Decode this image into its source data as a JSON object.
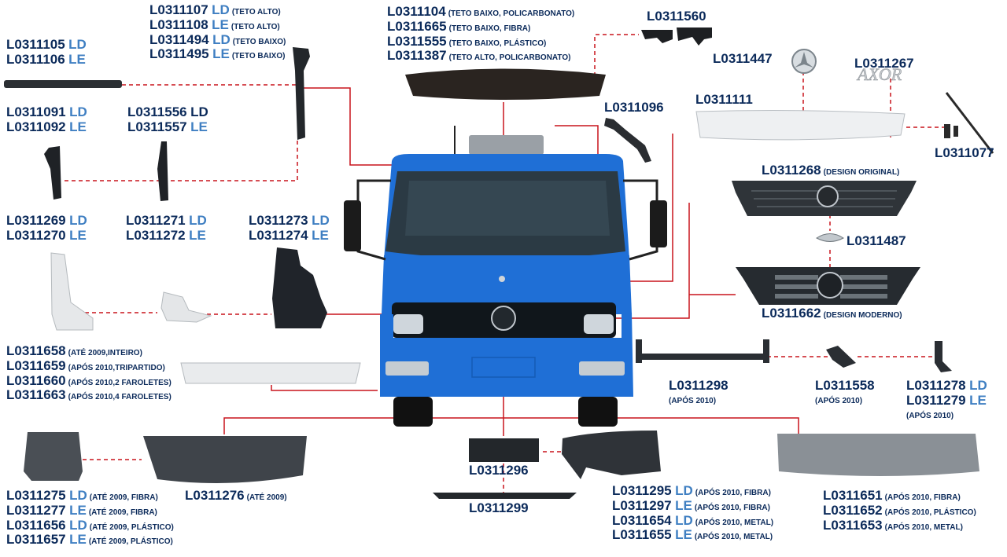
{
  "labels": {
    "cab_visor": [
      {
        "code": "L0311104",
        "note": "(TETO BAIXO, POLICARBONATO)"
      },
      {
        "code": "L0311665",
        "note": "(TETO BAIXO, FIBRA)"
      },
      {
        "code": "L0311555",
        "note": "(TETO BAIXO, PLÁSTICO)"
      },
      {
        "code": "L0311387",
        "note": "(TETO ALTO, POLICARBONATO)"
      }
    ],
    "pillar_top": [
      {
        "code": "L0311107",
        "side": "LD",
        "note": "(TETO ALTO)"
      },
      {
        "code": "L0311108",
        "side": "LE",
        "note": "(TETO ALTO)"
      },
      {
        "code": "L0311494",
        "side": "LD",
        "note": "(TETO BAIXO)"
      },
      {
        "code": "L0311495",
        "side": "LE",
        "note": "(TETO BAIXO)"
      }
    ],
    "roof_strip": [
      {
        "code": "L0311105",
        "side": "LD"
      },
      {
        "code": "L0311106",
        "side": "LE"
      }
    ],
    "corner_1": [
      {
        "code": "L0311091",
        "side": "LD"
      },
      {
        "code": "L0311092",
        "side": "LE"
      }
    ],
    "corner_2": [
      {
        "code": "L0311556",
        "side": "LD"
      },
      {
        "code": "L0311557",
        "side": "LE"
      }
    ],
    "bracket_top": "L0311560",
    "emblem_star": "L0311447",
    "emblem_name": "L0311267",
    "mirror_arm": "L0311096",
    "hood": "L0311111",
    "gas_spring": "L0311077",
    "grille_original": {
      "code": "L0311268",
      "note": "(DESIGN ORIGINAL)"
    },
    "star_small": "L0311487",
    "grille_modern": {
      "code": "L0311662",
      "note": "(DESIGN MODERNO)"
    },
    "step_cover": [
      {
        "code": "L0311269",
        "side": "LD"
      },
      {
        "code": "L0311270",
        "side": "LE"
      }
    ],
    "step_small": [
      {
        "code": "L0311271",
        "side": "LD"
      },
      {
        "code": "L0311272",
        "side": "LE"
      }
    ],
    "step_frame": [
      {
        "code": "L0311273",
        "side": "LD"
      },
      {
        "code": "L0311274",
        "side": "LE"
      }
    ],
    "bumper_cover": [
      {
        "code": "L0311658",
        "note": "(ATÉ 2009,INTEIRO)"
      },
      {
        "code": "L0311659",
        "note": "(APÓS 2010,TRIPARTIDO)"
      },
      {
        "code": "L0311660",
        "note": "(APÓS 2010,2 FAROLETES)"
      },
      {
        "code": "L0311663",
        "note": "(APÓS 2010,4 FAROLETES)"
      }
    ],
    "bumper_bar": {
      "code": "L0311298",
      "note": "(APÓS 2010)"
    },
    "bumper_mount": {
      "code": "L0311558",
      "note": "(APÓS 2010)"
    },
    "bumper_brace": [
      {
        "code": "L0311278",
        "side": "LD"
      },
      {
        "code": "L0311279",
        "side": "LE"
      },
      {
        "note": "(APÓS 2010)"
      }
    ],
    "bumper_end_old": [
      {
        "code": "L0311275",
        "side": "LD",
        "note": "(ATÉ 2009, FIBRA)"
      },
      {
        "code": "L0311277",
        "side": "LE",
        "note": "(ATÉ 2009, FIBRA)"
      },
      {
        "code": "L0311656",
        "side": "LD",
        "note": "(ATÉ 2009, PLÁSTICO)"
      },
      {
        "code": "L0311657",
        "side": "LE",
        "note": "(ATÉ 2009, PLÁSTICO)"
      }
    ],
    "bumper_old": {
      "code": "L0311276",
      "note": "(ATÉ 2009)"
    },
    "plate_holder": "L0311296",
    "bumper_lip": "L0311299",
    "bumper_end_new": [
      {
        "code": "L0311295",
        "side": "LD",
        "note": "(APÓS 2010, FIBRA)"
      },
      {
        "code": "L0311297",
        "side": "LE",
        "note": "(APÓS 2010, FIBRA)"
      },
      {
        "code": "L0311654",
        "side": "LD",
        "note": "(APÓS 2010, METAL)"
      },
      {
        "code": "L0311655",
        "side": "LE",
        "note": "(APÓS 2010, METAL)"
      }
    ],
    "bumper_new": [
      {
        "code": "L0311651",
        "note": "(APÓS 2010, FIBRA)"
      },
      {
        "code": "L0311652",
        "note": "(APÓS 2010, PLÁSTICO)"
      },
      {
        "code": "L0311653",
        "note": "(APÓS 2010, METAL)"
      }
    ]
  },
  "colors": {
    "cab": "#1f6fd6",
    "label": "#0b2a5a",
    "side": "#3f7fc2",
    "leader": "#c8141c"
  },
  "icons": {
    "emblem_star": "mercedes-star-emblem",
    "emblem_name": "axor-script-emblem"
  }
}
